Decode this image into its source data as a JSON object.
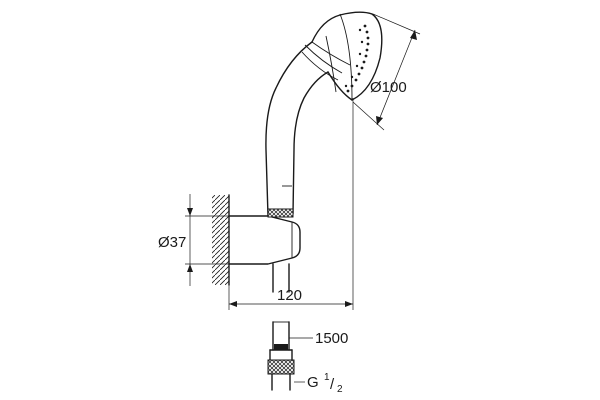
{
  "dimensions": {
    "head_diameter": "Ø100",
    "holder_diameter": "Ø37",
    "projection": "120",
    "hose_length": "1500",
    "thread_main": "G",
    "thread_num": "1",
    "thread_slash": "/",
    "thread_den": "2"
  }
}
